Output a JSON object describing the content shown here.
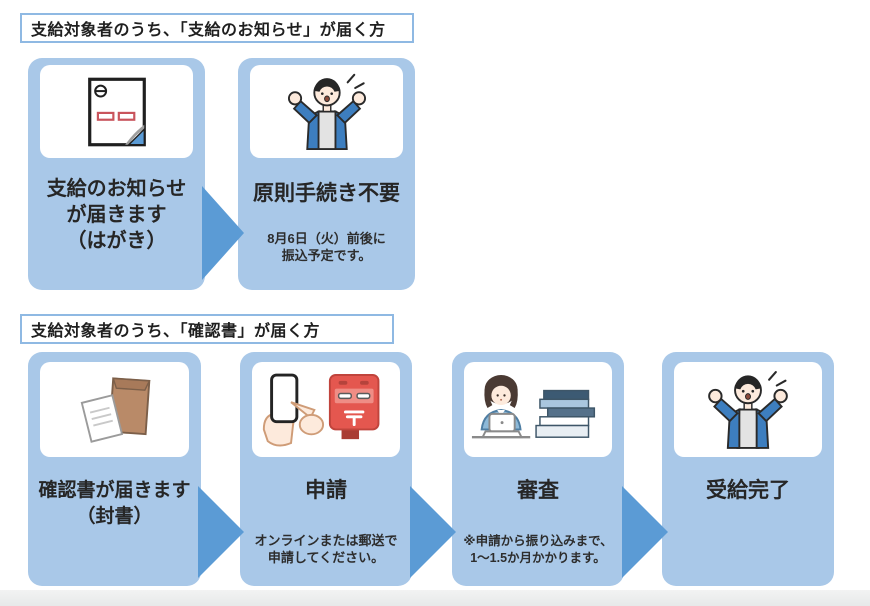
{
  "colors": {
    "card_fill": "#a9c8e8",
    "arrow_blue": "#5b9bd5",
    "header_border": "#8fb9e3",
    "postbox_red": "#e4574f",
    "envelope_brown": "#b98a68",
    "text": "#2d2d2d"
  },
  "sections": [
    {
      "header": "支給対象者のうち、「支給のお知らせ」が届く方",
      "steps": [
        {
          "icon": "postcard-icon",
          "title_lines": [
            "支給のお知らせ",
            "が届きます",
            "（はがき）"
          ],
          "note_lines": []
        },
        {
          "icon": "cheering-person-icon",
          "title_lines": [
            "原則手続き不要"
          ],
          "note_lines": [
            "8月6日（火）前後に",
            "振込予定です。"
          ]
        }
      ]
    },
    {
      "header": "支給対象者のうち、「確認書」が届く方",
      "steps": [
        {
          "icon": "envelope-icon",
          "title_lines": [
            "確認書が届きます",
            "（封書）"
          ],
          "note_lines": []
        },
        {
          "icon": "phone-postbox-icon",
          "title_lines": [
            "申請"
          ],
          "note_lines": [
            "オンラインまたは郵送で",
            "申請してください。"
          ]
        },
        {
          "icon": "reviewer-icon",
          "title_lines": [
            "審査"
          ],
          "note_lines": [
            "※申請から振り込みまで、",
            "1～1.5か月かかります。"
          ]
        },
        {
          "icon": "cheering-person-icon",
          "title_lines": [
            "受給完了"
          ],
          "note_lines": []
        }
      ]
    }
  ]
}
